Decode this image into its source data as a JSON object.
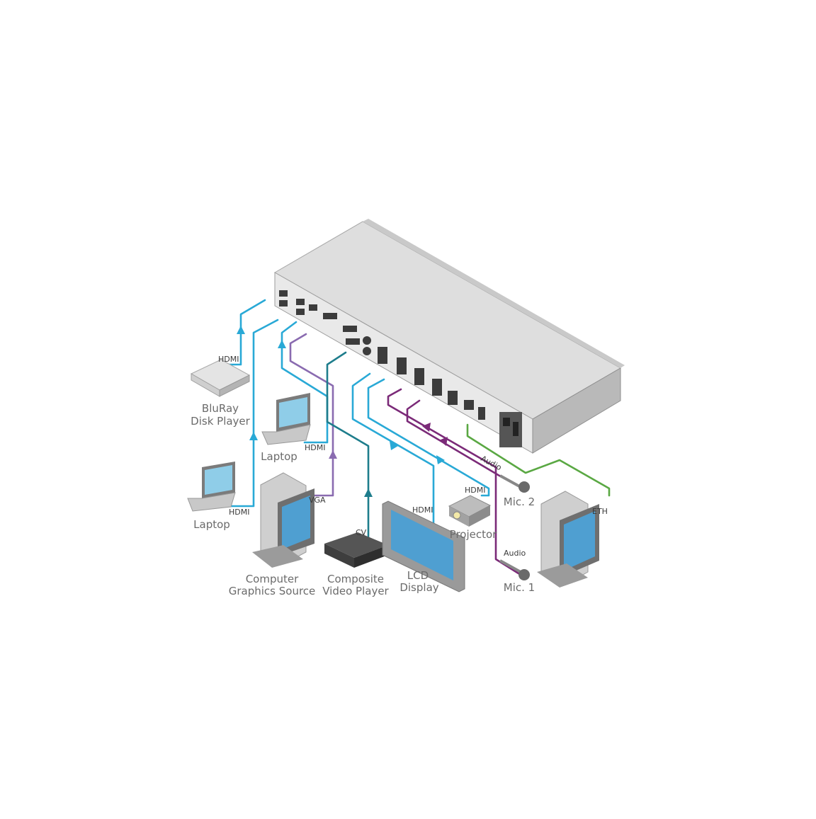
{
  "colors": {
    "hdmi": "#29a9d6",
    "vga": "#8a6bb0",
    "cv": "#1e7d8c",
    "audio": "#7b2a78",
    "eth": "#5aa843",
    "chassis_top": "#dcdcdc",
    "chassis_front": "#cfcfcf"
  },
  "devices": {
    "bluray": [
      "BluRay",
      "Disk Player"
    ],
    "laptop_top": "Laptop",
    "laptop_bottom": "Laptop",
    "computer_graphics": [
      "Computer",
      "Graphics Source"
    ],
    "composite_player": [
      "Composite",
      "Video Player"
    ],
    "lcd_display": [
      "LCD",
      "Display"
    ],
    "projector": "Projector",
    "mic2": "Mic. 2",
    "mic1": "Mic. 1"
  },
  "cables": {
    "bluray_hdmi": "HDMI",
    "laptop_top_hdmi": "HDMI",
    "laptop_bottom_hdmi": "HDMI",
    "vga": "VGA",
    "cv": "CV",
    "lcd_hdmi": "HDMI",
    "projector_hdmi": "HDMI",
    "mic2_audio": "Audio",
    "mic1_audio": "Audio",
    "eth": "ETH"
  }
}
